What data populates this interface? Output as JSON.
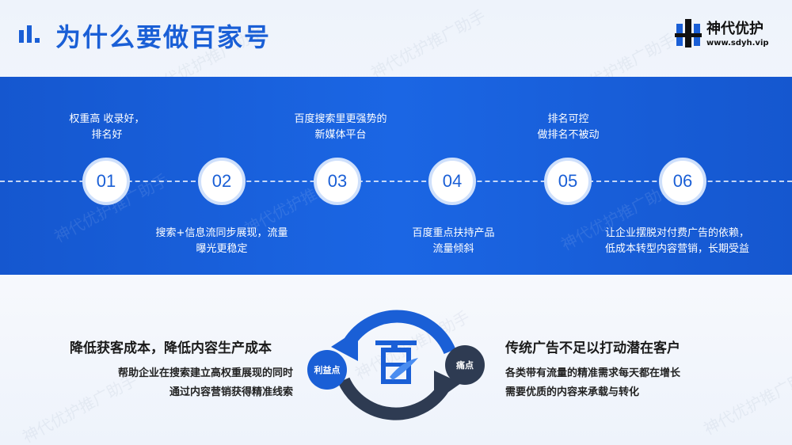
{
  "header": {
    "title": "为什么要做百家号",
    "logo_name": "神代优护",
    "logo_url": "www.sdyh.vip",
    "watermark": "神代优护推广助手"
  },
  "colors": {
    "brand_blue": "#1a5fd6",
    "dark_navy": "#2e3b52",
    "band_blue": "#1b66e4"
  },
  "steps": [
    {
      "num": "01",
      "text": "权重高  收录好，\n排名好",
      "position": "above"
    },
    {
      "num": "02",
      "text": "搜索+信息流同步展现，流量\n曝光更稳定",
      "position": "below"
    },
    {
      "num": "03",
      "text": "百度搜索里更强势的\n新媒体平台",
      "position": "above"
    },
    {
      "num": "04",
      "text": "百度重点扶持产品\n流量倾斜",
      "position": "below"
    },
    {
      "num": "05",
      "text": "排名可控\n做排名不被动",
      "position": "above"
    },
    {
      "num": "06",
      "text": "让企业摆脱对付费广告的依赖，\n低成本转型内容营销，长期受益",
      "position": "below"
    }
  ],
  "left": {
    "heading": "降低获客成本，降低内容生产成本",
    "desc": "帮助企业在搜索建立高权重展现的同时\n通过内容营销获得精准线索"
  },
  "right": {
    "heading": "传统广告不足以打动潜在客户",
    "desc": "各类带有流量的精准需求每天都在增长\n需要优质的内容来承载与转化"
  },
  "cycle": {
    "left_tag": "利益点",
    "right_tag": "痛点",
    "center_icon": "baijiahao-logo-icon"
  }
}
